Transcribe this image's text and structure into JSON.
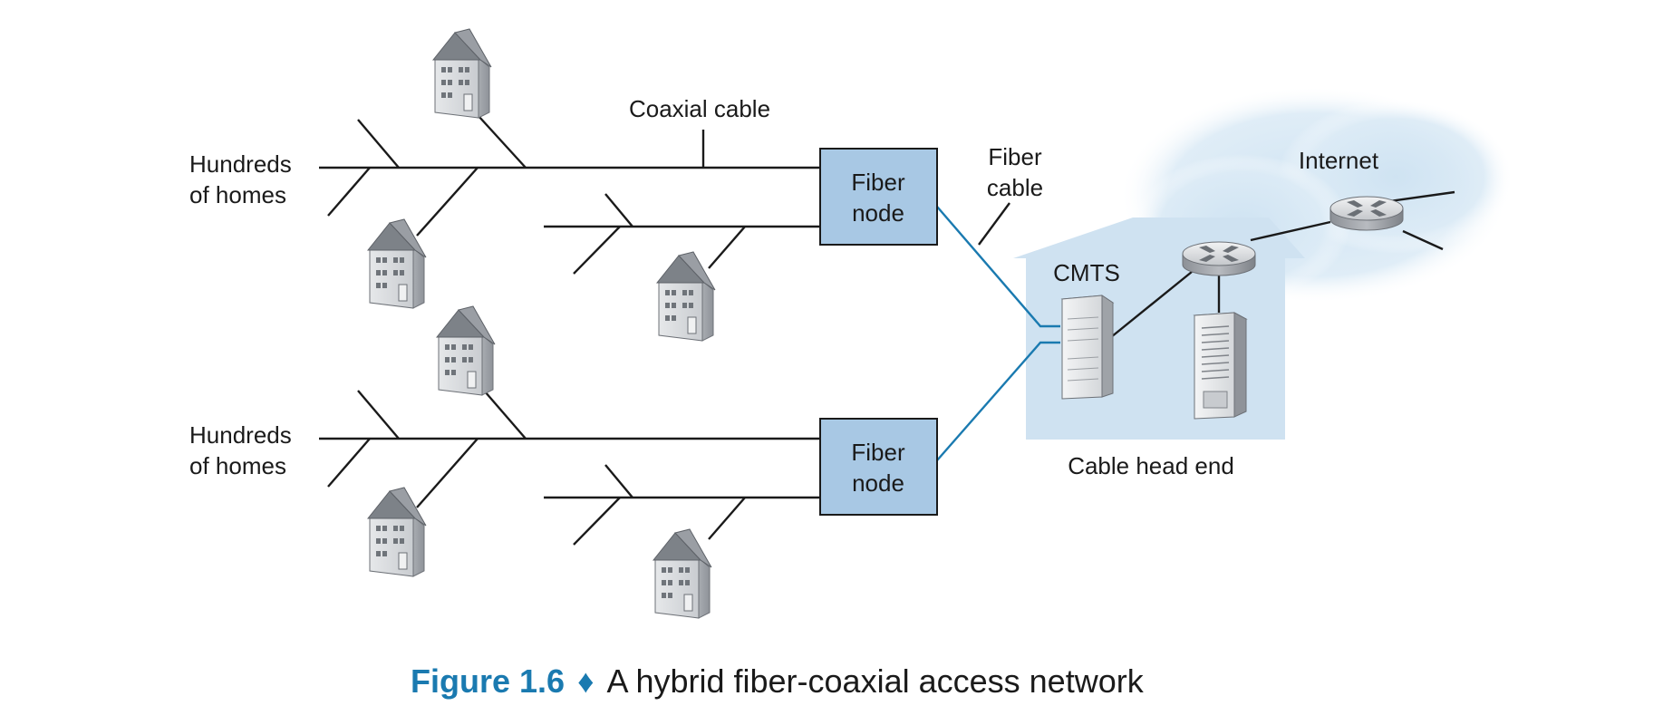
{
  "labels": {
    "homes_top_1": "Hundreds",
    "homes_top_2": "of homes",
    "homes_bottom_1": "Hundreds",
    "homes_bottom_2": "of homes",
    "coaxial_cable": "Coaxial cable",
    "fiber_node_top_1": "Fiber",
    "fiber_node_top_2": "node",
    "fiber_node_bottom_1": "Fiber",
    "fiber_node_bottom_2": "node",
    "fiber_cable_1": "Fiber",
    "fiber_cable_2": "cable",
    "cmts": "CMTS",
    "internet": "Internet",
    "cable_head_end": "Cable head end"
  },
  "caption": {
    "figure_number": "Figure 1.6",
    "separator": "♦",
    "text": "A hybrid fiber-coaxial access network"
  },
  "colors": {
    "fiber_node_fill": "#a8c8e4",
    "fiber_line": "#1a7ab0",
    "head_end_fill": "#cfe2f1",
    "internet_cloud": "#d8e9f5",
    "caption_accent": "#1a7ab0"
  },
  "icons": [
    "house-icon",
    "router-icon",
    "cmts-icon",
    "server-icon",
    "cloud-icon"
  ]
}
